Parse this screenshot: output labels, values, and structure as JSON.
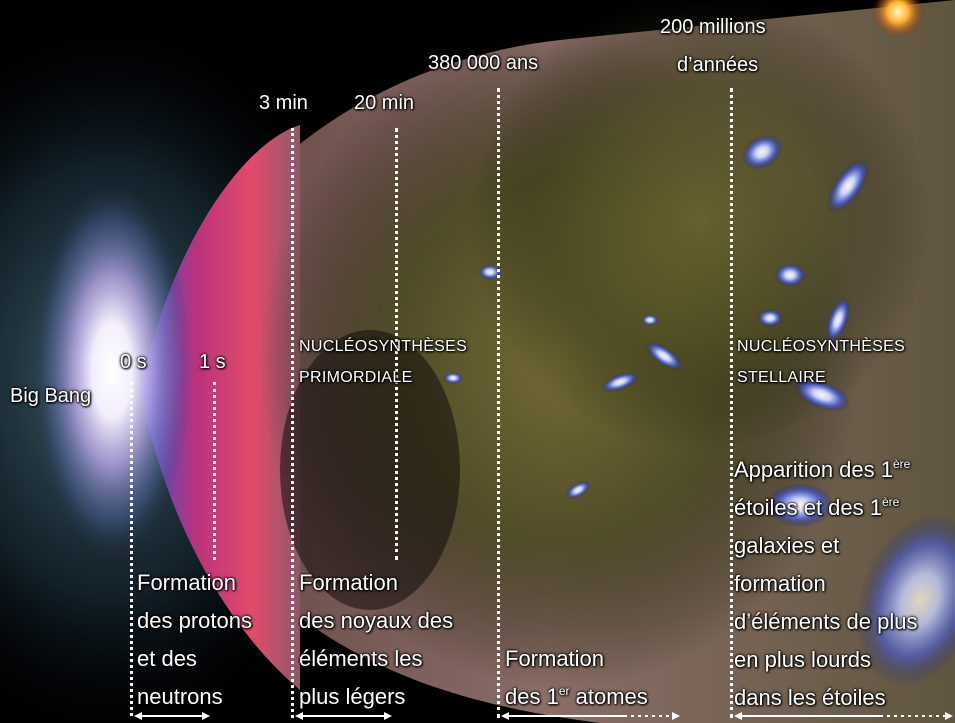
{
  "origin": {
    "label": "Big Bang"
  },
  "time_markers": [
    {
      "id": "t0s",
      "label": "0 s"
    },
    {
      "id": "t1s",
      "label": "1 s"
    },
    {
      "id": "t3min",
      "label": "3 min"
    },
    {
      "id": "t20min",
      "label": "20 min"
    },
    {
      "id": "t380k",
      "label": "380 000 ans"
    },
    {
      "id": "t200m",
      "line1": "200 millions",
      "line2": "d’années"
    }
  ],
  "phases": {
    "primordial": {
      "line1": "NUCLÉOSYNTHÈSES",
      "line2": "PRIMORDIALE"
    },
    "stellar": {
      "line1": "NUCLÉOSYNTHÈSES",
      "line2": "STELLAIRE"
    }
  },
  "events": {
    "protons": [
      "Formation",
      "des protons",
      "et des",
      "neutrons"
    ],
    "nuclei": [
      "Formation",
      "des noyaux des",
      "éléments les",
      "plus légers"
    ],
    "atoms": {
      "line1": "Formation",
      "line2_prefix": "des 1",
      "line2_sup": "er",
      "line2_suffix": " atomes"
    },
    "stars": {
      "line1_prefix": "Apparition des 1",
      "line1_sup": "ère",
      "line2_prefix": "étoiles et des 1",
      "line2_sup": "ère",
      "line3": "galaxies et",
      "line4": "formation",
      "line5": "d’éléments de plus",
      "line6": "en plus lourds",
      "line7": "dans les étoiles"
    }
  }
}
